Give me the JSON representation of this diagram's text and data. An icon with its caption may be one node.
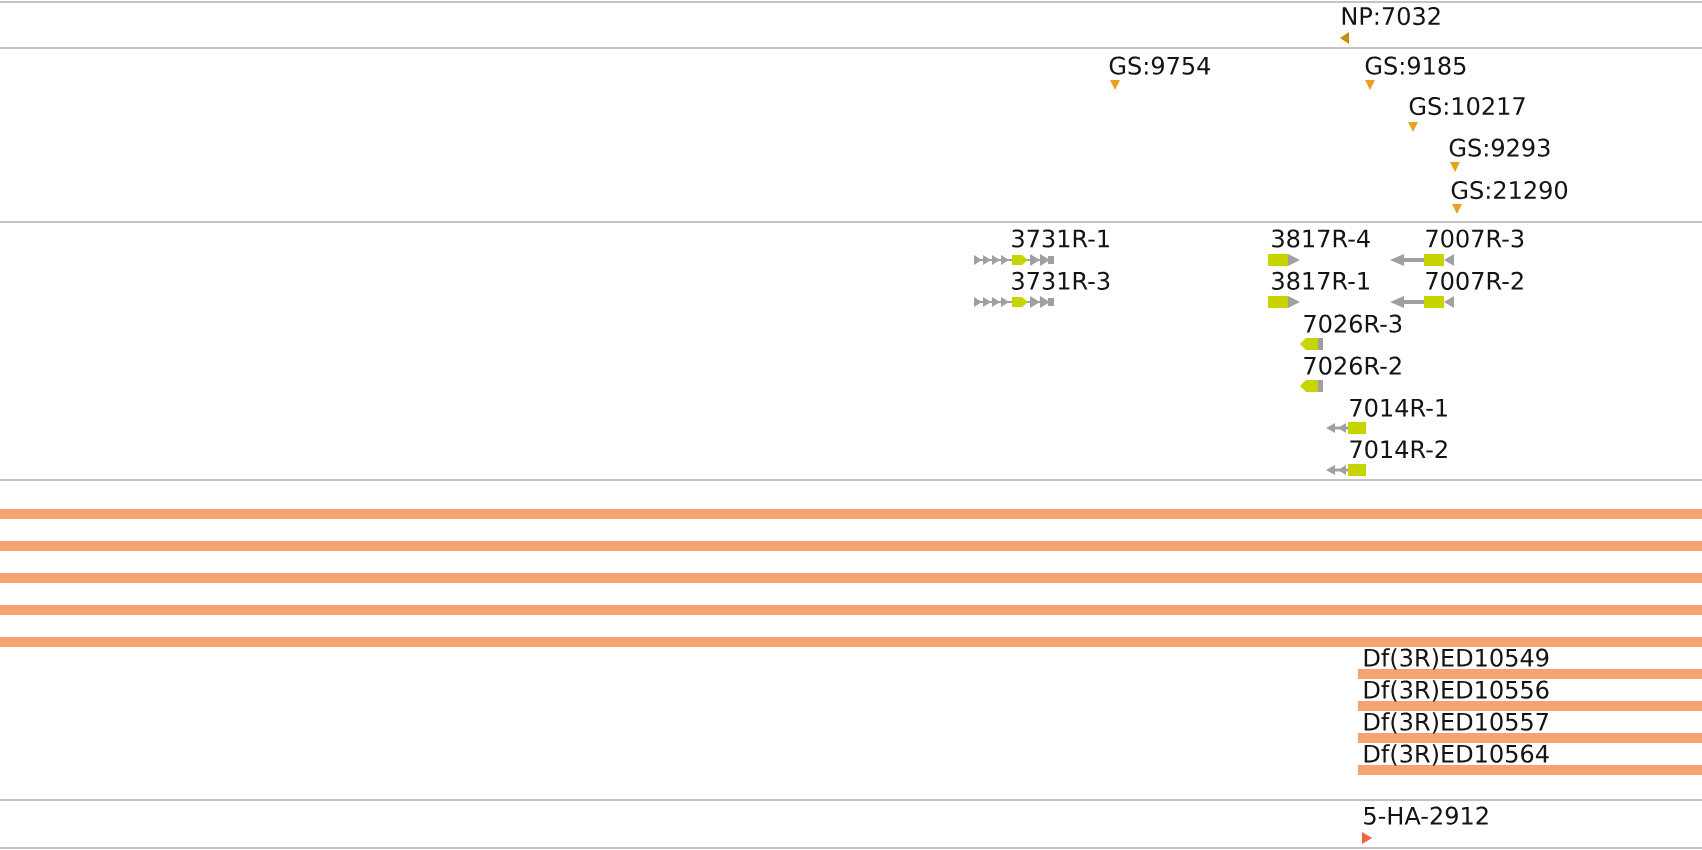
{
  "diagram": {
    "labels": [
      "NP:7032",
      "GS:9754",
      "GS:9185",
      "GS:10217",
      "GS:9293",
      "GS:21290",
      "3731R-1",
      "3817R-4",
      "7007R-3",
      "3731R-3",
      "3817R-1",
      "7007R-2",
      "7026R-3",
      "7026R-2",
      "7014R-1",
      "7014R-2",
      "Df(3R)ED10549",
      "Df(3R)ED10556",
      "Df(3R)ED10557",
      "Df(3R)ED10564",
      "5-HA-2912"
    ]
  }
}
